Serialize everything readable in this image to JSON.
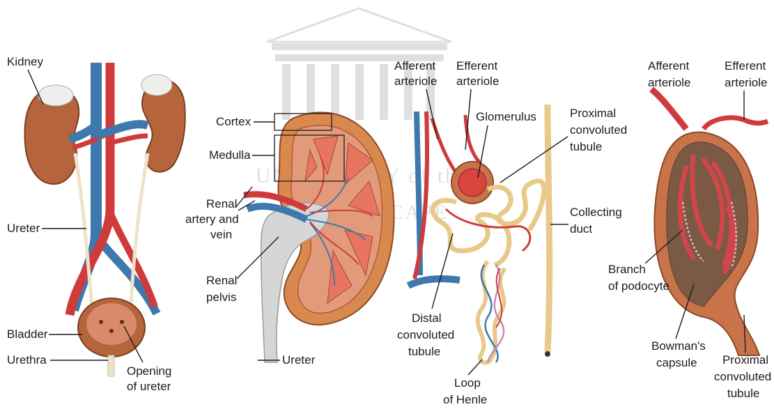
{
  "watermark": {
    "text_arc": "UNIVERSITY of the",
    "text_line": "WESTERN CAPE"
  },
  "panels": {
    "urinary_system": {
      "kidney": "Kidney",
      "ureter": "Ureter",
      "bladder": "Bladder",
      "urethra": "Urethra",
      "opening_line1": "Opening",
      "opening_line2": "of ureter"
    },
    "kidney_section": {
      "cortex": "Cortex",
      "medulla": "Medulla",
      "renal_artery_line1": "Renal",
      "renal_artery_line2": "artery and",
      "renal_artery_line3": "vein",
      "renal_pelvis_line1": "Renal",
      "renal_pelvis_line2": "pelvis",
      "ureter": "Ureter"
    },
    "nephron": {
      "afferent_line1": "Afferent",
      "afferent_line2": "arteriole",
      "efferent_line1": "Efferent",
      "efferent_line2": "arteriole",
      "glomerulus": "Glomerulus",
      "proximal_line1": "Proximal",
      "proximal_line2": "convoluted",
      "proximal_line3": "tubule",
      "collecting_line1": "Collecting",
      "collecting_line2": "duct",
      "distal_line1": "Distal",
      "distal_line2": "convoluted",
      "distal_line3": "tubule",
      "loop_line1": "Loop",
      "loop_line2": "of Henle"
    },
    "renal_corpuscle": {
      "afferent_line1": "Afferent",
      "afferent_line2": "arteriole",
      "efferent_line1": "Efferent",
      "efferent_line2": "arteriole",
      "podocyte_line1": "Branch",
      "podocyte_line2": "of podocyte",
      "bowman_line1": "Bowman's",
      "bowman_line2": "capsule",
      "proximal_line1": "Proximal",
      "proximal_line2": "convoluted",
      "proximal_line3": "tubule"
    }
  },
  "colors": {
    "vein": "#3f78ad",
    "artery": "#cf3b3b",
    "kidney": "#b5643b",
    "tubule": "#e8c98a",
    "capsule_wall": "#c8734a",
    "ureter": "#ede4c8"
  }
}
